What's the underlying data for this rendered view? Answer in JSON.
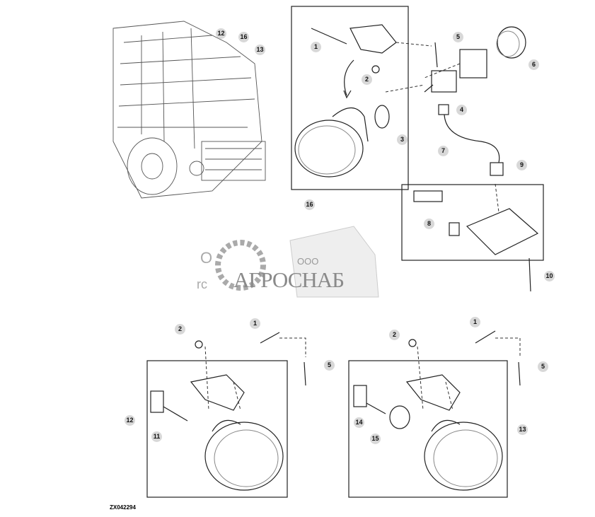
{
  "drawing_code": "ZX042294",
  "watermark": {
    "prefix": "ООО",
    "name": "АГРОСНАБ"
  },
  "partial_text": [
    "O",
    "rc"
  ],
  "callouts": {
    "overview": [
      "12",
      "16",
      "13"
    ],
    "top_assembly": [
      "1",
      "2",
      "3",
      "16"
    ],
    "top_right": [
      "5",
      "6",
      "4",
      "7",
      "9",
      "8",
      "10"
    ],
    "bottom_left": [
      "2",
      "1",
      "5",
      "12",
      "11"
    ],
    "bottom_right": [
      "2",
      "1",
      "5",
      "14",
      "15",
      "13"
    ]
  }
}
